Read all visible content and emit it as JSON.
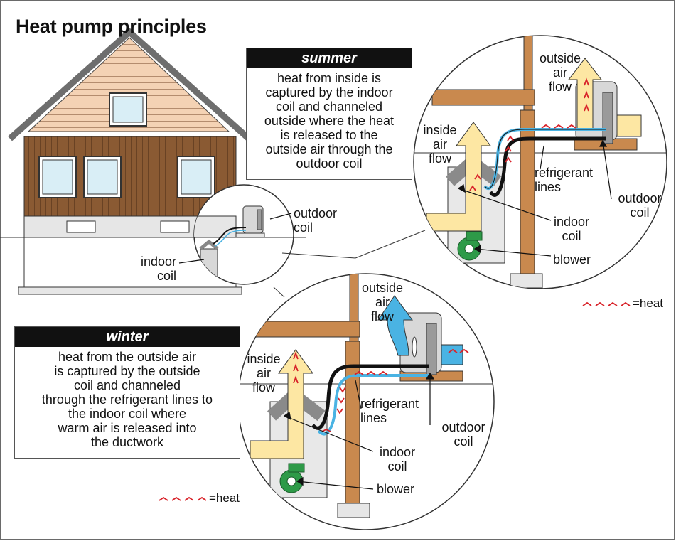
{
  "title": "Heat pump principles",
  "summer": {
    "heading": "summer",
    "text": "heat from inside is\ncaptured by the indoor\ncoil and channeled\noutside where the heat\nis released to the\noutside air through the\noutdoor coil",
    "labels": {
      "outside_air_flow": "outside\nair\nflow",
      "inside_air_flow": "inside\nair\nflow",
      "refrigerant_lines": "refrigerant\nlines",
      "outdoor_coil": "outdoor\ncoil",
      "indoor_coil": "indoor\ncoil",
      "blower": "blower"
    },
    "legend": "=heat"
  },
  "winter": {
    "heading": "winter",
    "text": "heat from the outside air\nis captured by the outside\ncoil and channeled\nthrough the refrigerant lines to\nthe indoor coil where\nwarm air is released into\nthe ductwork",
    "labels": {
      "outside_air_flow": "outside\nair\nflow",
      "inside_air_flow": "inside\nair\nflow",
      "refrigerant_lines": "refrigerant\nlines",
      "outdoor_coil": "outdoor\ncoil",
      "indoor_coil": "indoor\ncoil",
      "blower": "blower"
    },
    "legend": "=heat"
  },
  "house": {
    "outdoor_coil": "outdoor\ncoil",
    "indoor_coil": "indoor\ncoil"
  },
  "colors": {
    "siding": "#8a5a33",
    "roof_boards": "#f4d2b4",
    "roof_edge": "#555555",
    "duct": "#fde7a3",
    "beam": "#c9894e",
    "cold_air": "#4ab3e3",
    "heat": "#d8232a",
    "blower": "#2e9a48",
    "unit_grey": "#d8d8d8"
  }
}
